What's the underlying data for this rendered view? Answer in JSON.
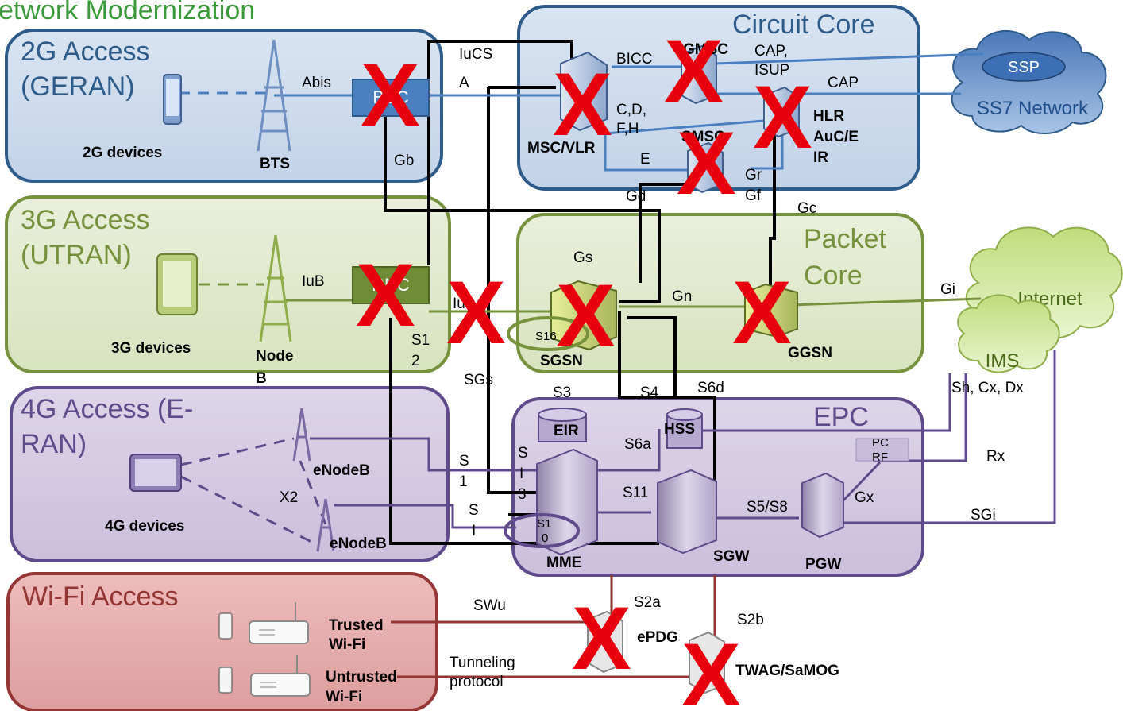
{
  "title": "etwork Modernization",
  "regions": {
    "access_2g": [
      "2G Access",
      "(GERAN)"
    ],
    "access_3g": [
      "3G Access",
      "(UTRAN)"
    ],
    "access_4g": [
      "4G Access (E-",
      "RAN)"
    ],
    "access_wifi": "Wi-Fi Access",
    "circuit_core": "Circuit Core",
    "packet_core": [
      "Packet",
      "Core"
    ],
    "epc": "EPC"
  },
  "clouds": {
    "ss7": "SS7 Network",
    "ssp": "SSP",
    "internet": "Internet",
    "ims": "IMS"
  },
  "devices": {
    "dev_2g": "2G devices",
    "bts": "BTS",
    "bsc": "BSC",
    "dev_3g": "3G devices",
    "nodeb": [
      "Node",
      "B"
    ],
    "rnc": "RNC",
    "dev_4g": "4G devices",
    "enodeb1": "eNodeB",
    "enodeb2": "eNodeB",
    "msc": "MSC/VLR",
    "gmsc": "GMSC",
    "smsc": "SMSC",
    "hlr": [
      "HLR",
      "AuC/E",
      "IR"
    ],
    "sgsn": "SGSN",
    "ggsn": "GGSN",
    "eir": "EIR",
    "hss": "HSS",
    "mme": "MME",
    "sgw": "SGW",
    "pgw": "PGW",
    "pcrf": [
      "PC",
      "RF"
    ],
    "trusted": [
      "Trusted",
      "Wi-Fi"
    ],
    "untrusted": [
      "Untrusted",
      "Wi-Fi"
    ],
    "epdg": "ePDG",
    "twag": "TWAG/SaMOG"
  },
  "interfaces": {
    "abis": "Abis",
    "iucs": "IuCS",
    "a": "A",
    "bicc": "BICC",
    "cap_isup": [
      "CAP,",
      "ISUP"
    ],
    "cap": "CAP",
    "cdfh": [
      "C,D,",
      "F,H"
    ],
    "e": "E",
    "gb": "Gb",
    "gd": "Gd",
    "gr": "Gr",
    "gf": "Gf",
    "gc": "Gc",
    "gs": "Gs",
    "iub": "IuB",
    "iu": "Iu",
    "gn": "Gn",
    "gi": "Gi",
    "s16": "S16",
    "s12": [
      "S1",
      "2"
    ],
    "sgs": "SGs",
    "s3": "S3",
    "s4": "S4",
    "s6d": "S6d",
    "s6a": "S6a",
    "s1_a": [
      "S",
      "1"
    ],
    "s13": [
      "S",
      "I",
      "3"
    ],
    "s1_b": [
      "S",
      "I"
    ],
    "s10": [
      "S1",
      "0"
    ],
    "x2": "X2",
    "s11": "S11",
    "s5s8": "S5/S8",
    "gx": "Gx",
    "rx": "Rx",
    "sgi": "SGi",
    "sh_cx_dx": "Sh, Cx, Dx",
    "swu": "SWu",
    "s2a": "S2a",
    "s2b": "S2b",
    "tunneling": [
      "Tunneling",
      "protocol"
    ]
  },
  "strike": "X",
  "colors": {
    "blue": "#2e5c8a",
    "green": "#76923c",
    "purple": "#5f4a8b",
    "red": "#943634",
    "x_red": "#e8000e"
  }
}
